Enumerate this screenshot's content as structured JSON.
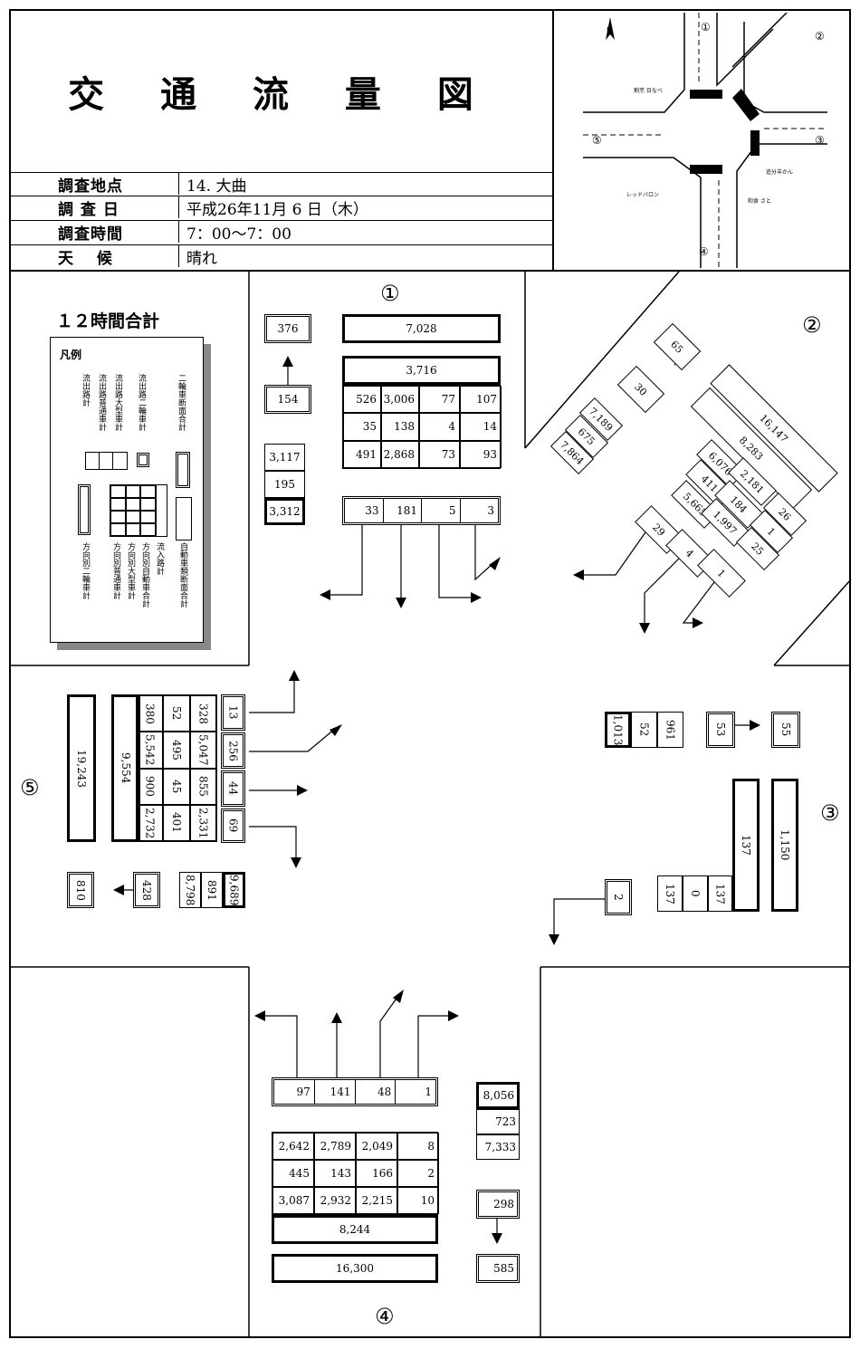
{
  "header": {
    "title": "交 通 流 量 図",
    "rows": [
      {
        "label": "調査地点",
        "value": "14. 大曲"
      },
      {
        "label": "調 査 日",
        "value": "平成26年11月 6 日（木）"
      },
      {
        "label": "調査時間",
        "value": " 7：00〜7：00"
      },
      {
        "label": "天　 候",
        "value": "晴れ"
      }
    ]
  },
  "map": {
    "north": "N",
    "labels": {
      "n1": "①",
      "n2": "②",
      "n3": "③",
      "n4": "④",
      "n5": "⑤"
    },
    "places": {
      "p1": "割烹\n日なべ",
      "p2": "追分羊かん",
      "p3": "レッドバロン",
      "p4": "和食\nさと"
    }
  },
  "summary": {
    "title": "１２時間合計",
    "legend_title": "凡例",
    "legend_top_labels": [
      "流出路計",
      "流出路普通車計",
      "流出路大型車計",
      "流出路二輪車計",
      "二輪車断面合計"
    ],
    "legend_bottom_labels": [
      "方向別二輪車計",
      "方向別普通車計",
      "方向別大型車計",
      "方向別自動車合計",
      "流入路計",
      "自動車類断面合計"
    ]
  },
  "approach1": {
    "label": "①",
    "moto_section": "376",
    "moto_out": "154",
    "section_total": "7,028",
    "out_total": "3,716",
    "grid": [
      [
        "526",
        "3,006",
        "77",
        "107"
      ],
      [
        "35",
        "138",
        "4",
        "14"
      ],
      [
        "491",
        "2,868",
        "73",
        "93"
      ]
    ],
    "in_stack": [
      "3,117",
      "195",
      "3,312"
    ],
    "directional": [
      "33",
      "181",
      "5",
      "3"
    ]
  },
  "approach2": {
    "label": "②",
    "moto_section": "65",
    "moto_out": "30",
    "in_stack": [
      "7,189",
      "675",
      "7,864"
    ],
    "section_total": "16,147",
    "out_total": "8,283",
    "grid_a": [
      "6,076",
      "2,181"
    ],
    "grid_b": [
      "411",
      "184"
    ],
    "grid_c": [
      "5,665",
      "1,997"
    ],
    "side": [
      "26",
      "1",
      "25"
    ],
    "directional": [
      "29",
      "4",
      "1"
    ]
  },
  "approach3": {
    "label": "③",
    "out_stack": [
      "1,013",
      "52",
      "961"
    ],
    "moto_out": "53",
    "moto_section": "55",
    "in_total": "137",
    "section_total": "1,150",
    "in_stack": [
      "137",
      "0",
      "137"
    ],
    "directional": [
      "2"
    ]
  },
  "approach4": {
    "label": "④",
    "directional": [
      "97",
      "141",
      "48",
      "1"
    ],
    "grid": [
      [
        "2,642",
        "2,789",
        "2,049",
        "8"
      ],
      [
        "445",
        "143",
        "166",
        "2"
      ],
      [
        "3,087",
        "2,932",
        "2,215",
        "10"
      ]
    ],
    "in_total": "8,244",
    "section_total": "16,300",
    "out_stack": [
      "8,056",
      "723",
      "7,333"
    ],
    "moto_in": "298",
    "moto_section": "585"
  },
  "approach5": {
    "label": "⑤",
    "section_total": "19,243",
    "out_total": "9,554",
    "grid": [
      [
        "380",
        "52",
        "328"
      ],
      [
        "5,542",
        "495",
        "5,047"
      ],
      [
        "900",
        "45",
        "855"
      ],
      [
        "2,732",
        "401",
        "2,331"
      ]
    ],
    "directional": [
      "13",
      "256",
      "44",
      "69"
    ],
    "moto_section": "810",
    "moto_in": "428",
    "in_stack": [
      "8,798",
      "891",
      "9,689"
    ]
  }
}
